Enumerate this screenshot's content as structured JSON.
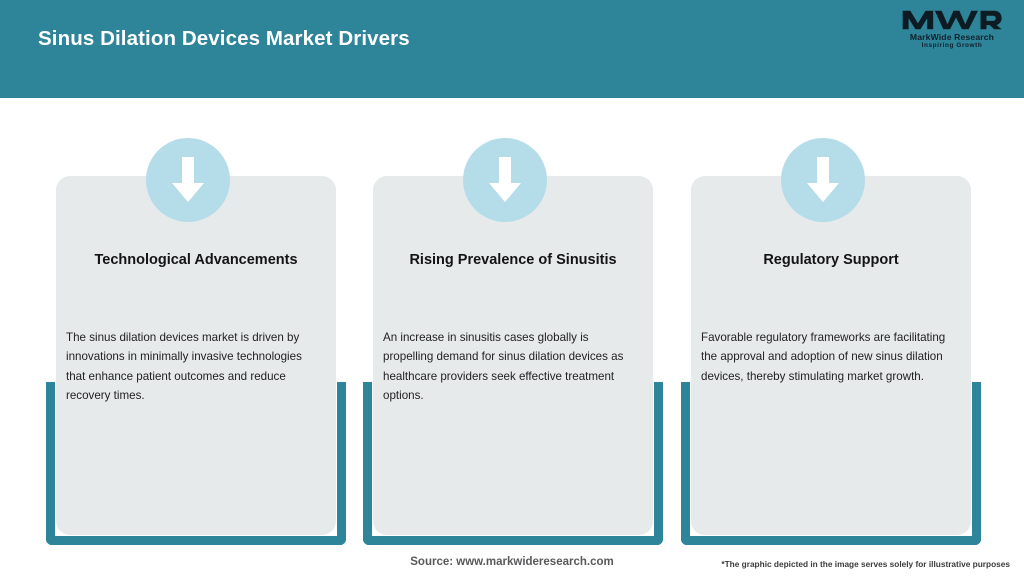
{
  "header": {
    "title": "Sinus Dilation Devices Market Drivers",
    "background_color": "#2E8499",
    "title_color": "#FFFFFF"
  },
  "logo": {
    "mark": "MWR",
    "name": "MarkWide Research",
    "tagline": "Inspiring Growth"
  },
  "theme": {
    "teal": "#2E8499",
    "panel_gray": "#E6EAEB",
    "icon_circle_blue": "#B5DCE9",
    "arrow_white": "#FFFFFF"
  },
  "cards": [
    {
      "icon": "arrow-down-icon",
      "title": "Technological Advancements",
      "description": "The sinus dilation devices market is driven by innovations in minimally invasive technologies that enhance patient outcomes and reduce recovery times."
    },
    {
      "icon": "arrow-down-icon",
      "title": "Rising Prevalence of Sinusitis",
      "description": "An increase in sinusitis cases globally is propelling demand for sinus dilation devices as healthcare providers seek effective treatment options."
    },
    {
      "icon": "arrow-down-icon",
      "title": "Regulatory Support",
      "description": "Favorable regulatory frameworks are facilitating the approval and adoption of new sinus dilation devices, thereby stimulating market growth."
    }
  ],
  "footer": {
    "source": "Source: www.markwideresearch.com",
    "note": "*The graphic depicted in the image serves solely for illustrative purposes"
  }
}
